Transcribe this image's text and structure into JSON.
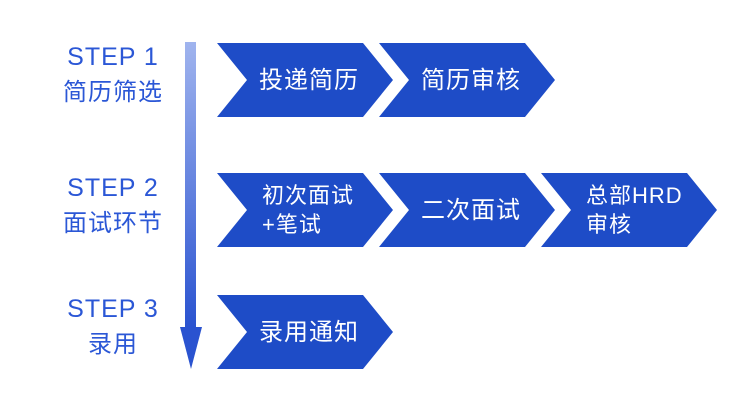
{
  "palette": {
    "background": "#ffffff",
    "arrow_blue": "#1e4cc7",
    "label_blue": "#2b57d6",
    "line_top": "#a0b4ee",
    "line_bottom": "#2a53d0",
    "stage_text": "#ffffff"
  },
  "timeline": {
    "direction": "top-to-bottom",
    "icon": "down-arrow-icon"
  },
  "steps": [
    {
      "step_label": "STEP 1",
      "step_name": "简历筛选",
      "stages": [
        {
          "lines": [
            "投递简历"
          ]
        },
        {
          "lines": [
            "简历审核"
          ]
        }
      ]
    },
    {
      "step_label": "STEP 2",
      "step_name": "面试环节",
      "stages": [
        {
          "lines": [
            "初次面试",
            "+笔试"
          ]
        },
        {
          "lines": [
            "二次面试"
          ]
        },
        {
          "lines": [
            "总部HRD",
            "审核"
          ]
        }
      ]
    },
    {
      "step_label": "STEP 3",
      "step_name": "录用",
      "stages": [
        {
          "lines": [
            "录用通知"
          ]
        }
      ]
    }
  ]
}
